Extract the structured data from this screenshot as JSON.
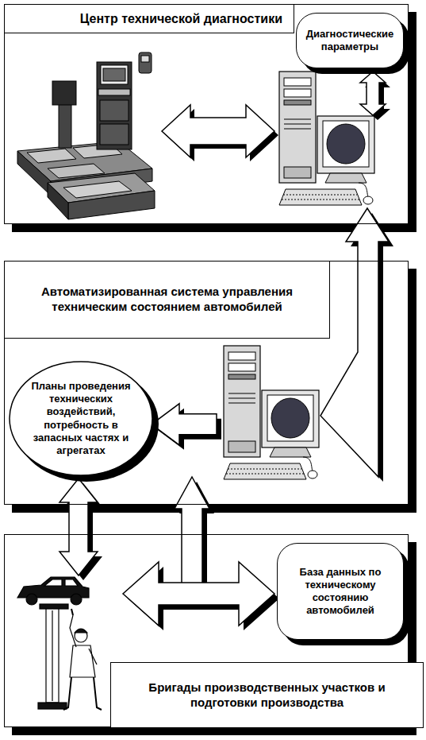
{
  "diagram": {
    "nodes": [
      {
        "text": [
          "Центр технической диагностики"
        ]
      },
      {
        "text": [
          "Диагностические параметры"
        ],
        "in": 0
      },
      {
        "text": [
          "Автоматизированная система управления техническим состоянием автомобилей"
        ]
      },
      {
        "text": [
          "Планы проведения технических воздействий, потребность в запасных частях и агрегатах"
        ],
        "in": 2
      },
      {
        "text": [
          "Бригады производственных участков и подготовки производства"
        ]
      },
      {
        "text": [
          "База данных по техническому состоянию автомобилей"
        ],
        "in": 4
      }
    ],
    "edges": [
      {
        "from": 1,
        "to": 0,
        "arrow": "both"
      },
      {
        "from": 0,
        "to": 2,
        "arrow": "both"
      },
      {
        "from": 2,
        "to": 3,
        "arrow": "to"
      },
      {
        "from": 3,
        "to": 4,
        "arrow": "both"
      },
      {
        "from": 4,
        "to": 2,
        "arrow": "to"
      },
      {
        "from": 4,
        "to": 5,
        "arrow": "both"
      }
    ]
  }
}
